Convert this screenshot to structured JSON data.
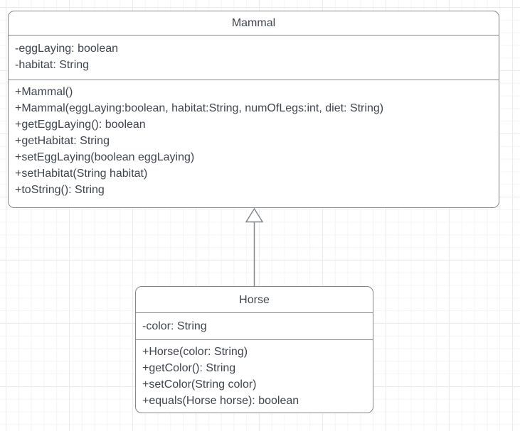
{
  "mammal": {
    "name": "Mammal",
    "attributes": [
      "-eggLaying: boolean",
      "-habitat: String"
    ],
    "methods": [
      "+Mammal()",
      "+Mammal(eggLaying:boolean, habitat:String, numOfLegs:int, diet: String)",
      "+getEggLaying(): boolean",
      "+getHabitat: String",
      "+setEggLaying(boolean eggLaying)",
      "+setHabitat(String habitat)",
      "+toString(): String"
    ]
  },
  "horse": {
    "name": "Horse",
    "attributes": [
      "-color: String"
    ],
    "methods": [
      "+Horse(color: String)",
      "+getColor(): String",
      "+setColor(String color)",
      "+equals(Horse horse): boolean"
    ]
  },
  "relationship": {
    "type": "inheritance",
    "from": "Horse",
    "to": "Mammal"
  },
  "colors": {
    "stroke": "#82878d",
    "text": "#3f454d",
    "fill": "#ffffff",
    "grid_minor": "#f4f4f4",
    "grid_major": "#ebebeb"
  }
}
